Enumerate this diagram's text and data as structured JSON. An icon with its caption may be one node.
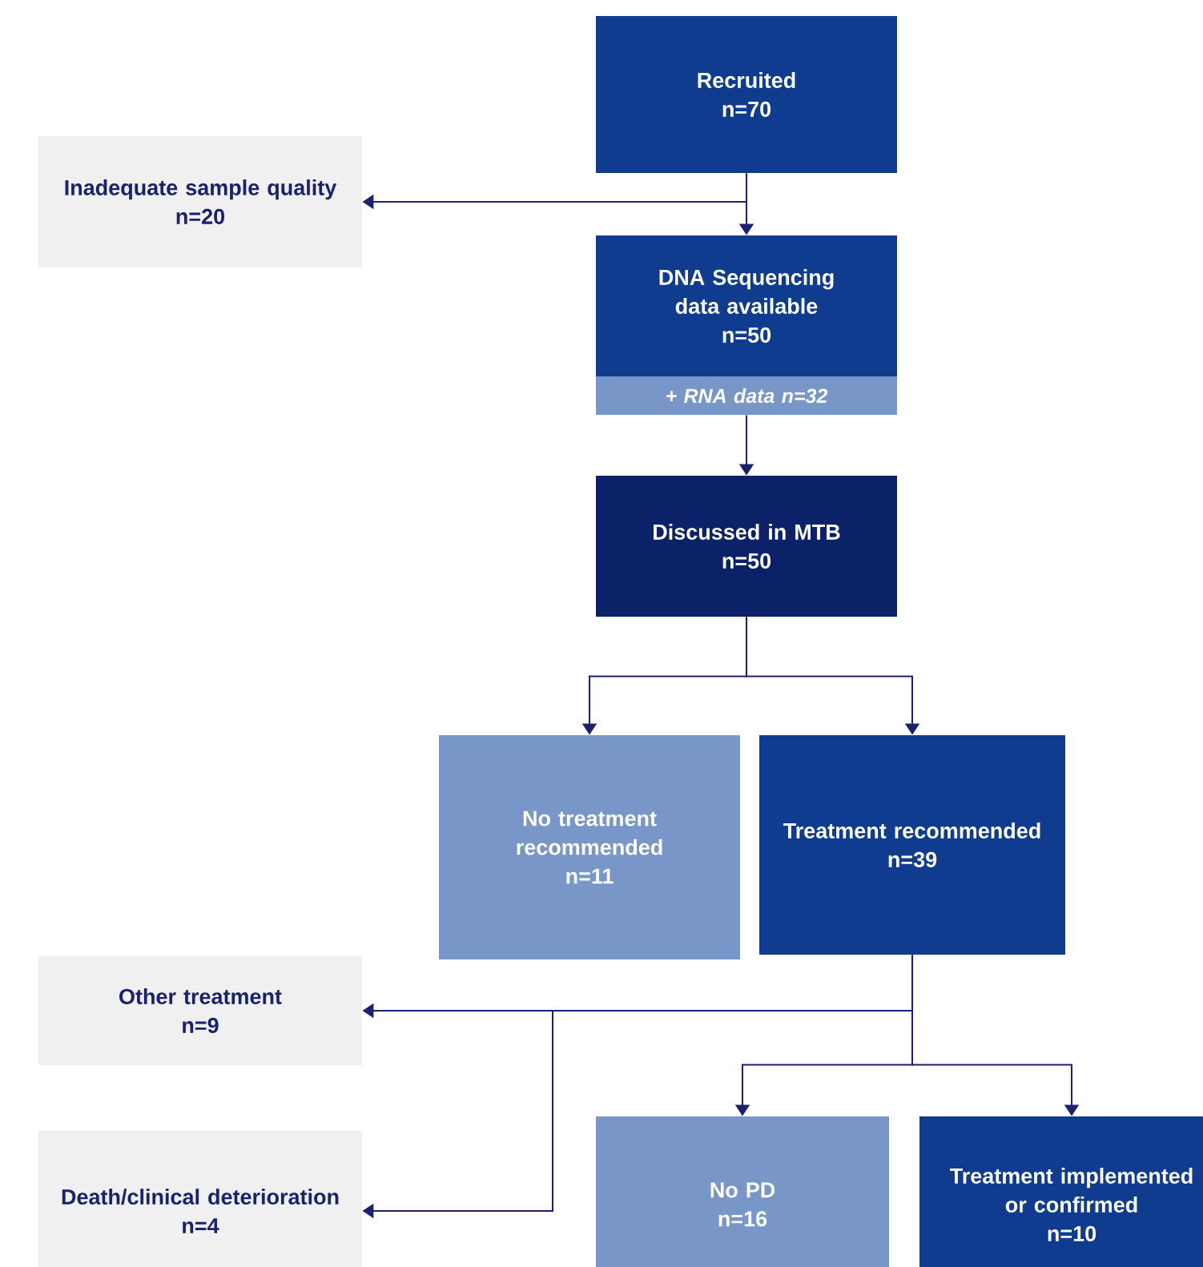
{
  "diagram": {
    "nodes": [
      {
        "text": [
          "Recruited",
          "n=70"
        ]
      },
      {
        "text": [
          "Inadequate sample quality",
          "n=20"
        ]
      },
      {
        "text": [
          "DNA Sequencing data available",
          "n=50"
        ]
      },
      {
        "text": [
          "+ RNA data n=32"
        ]
      },
      {
        "text": [
          "Discussed in MTB",
          "n=50"
        ]
      },
      {
        "text": [
          "No treatment recommended",
          "n=11"
        ]
      },
      {
        "text": [
          "Treatment recommended",
          "n=39"
        ]
      },
      {
        "text": [
          "Other treatment",
          "n=9"
        ]
      },
      {
        "text": [
          "No PD",
          "n=16"
        ]
      },
      {
        "text": [
          "Treatment implemented or confirmed",
          "n=10"
        ]
      },
      {
        "text": [
          "Death/clinical deterioration",
          "n=4"
        ]
      }
    ],
    "edges": [
      {
        "from": 0,
        "to": 1,
        "arrow": "to"
      },
      {
        "from": 0,
        "to": 2,
        "arrow": "to"
      },
      {
        "from": 3,
        "to": 4,
        "arrow": "to"
      },
      {
        "from": 4,
        "to": 5,
        "arrow": "to"
      },
      {
        "from": 4,
        "to": 6,
        "arrow": "to"
      },
      {
        "from": 6,
        "to": 7,
        "arrow": "to"
      },
      {
        "from": 6,
        "to": 10,
        "arrow": "to"
      },
      {
        "from": 6,
        "to": 8,
        "arrow": "to"
      },
      {
        "from": 6,
        "to": 9,
        "arrow": "to"
      }
    ]
  }
}
